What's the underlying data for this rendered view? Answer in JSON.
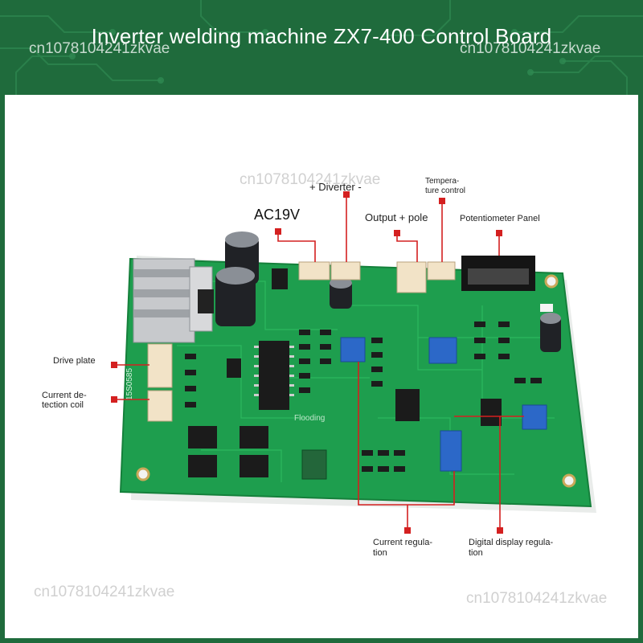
{
  "banner": {
    "title": "Inverter welding machine ZX7-400 Control Board",
    "watermark": "cn1078104241zkvae"
  },
  "labels": {
    "ac19v": "AC19V",
    "diverter": "+ Diverter -",
    "output_pole": "Output + pole",
    "temperature_control_1": "Tempera-",
    "temperature_control_2": "ture control",
    "potentiometer_panel": "Potentiometer Panel",
    "drive_plate": "Drive plate",
    "current_detection_1": "Current de-",
    "current_detection_2": "tection coil",
    "current_regulation_1": "Current regula-",
    "current_regulation_2": "tion",
    "digital_display_1": "Digital display regula-",
    "digital_display_2": "tion"
  },
  "board": {
    "silkscreen_model": "15S0585",
    "silkscreen_flooding": "Flooding"
  },
  "colors": {
    "banner": "#1f6b3c",
    "pcb": "#1e9e4e",
    "pointer": "#d42020",
    "connector": "#f2e3c7"
  }
}
